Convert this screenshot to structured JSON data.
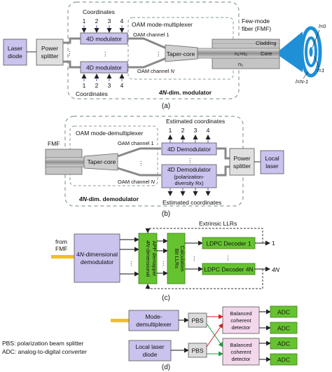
{
  "panel_a": {
    "laser_diode": [
      "Laser",
      "diode"
    ],
    "power_splitter": [
      "Power",
      "splitter"
    ],
    "coordinates_top": "Coordinates",
    "coord_numbers": [
      "1",
      "2",
      "3",
      "4"
    ],
    "modulator_4d": "4D modulator",
    "coordinates_bottom": "Coordinates",
    "mux_title": "OAM mode-multiplexer",
    "oam_channel_1": "OAM channel 1",
    "oam_channel_n_prefix": "OAM channel ",
    "oam_channel_n_var": "N",
    "taper_core": "Taper-core",
    "fmf_label": [
      "Few-mode",
      "fiber (FMF)"
    ],
    "cladding": "Cladding",
    "core": "Core",
    "n1_gt_n2": "n₁>n₂",
    "n2": "n₂",
    "block_title_var": "4N",
    "block_title_rest": "-dim. modulator",
    "l0": "l=0",
    "l1": "l=1",
    "lN1": "l=N-1",
    "caption": "(a)"
  },
  "panel_b": {
    "fmf": "FMF",
    "demux_title": "OAM mode-demultiplexer",
    "estimated_top": "Estimated coordinates",
    "coord_numbers": [
      "1",
      "2",
      "3",
      "4"
    ],
    "taper_core": "Taper-core",
    "oam_channel_1": "OAM channel 1",
    "oam_channel_n_prefix": "OAM channel ",
    "oam_channel_n_var": "N",
    "demod_4d": "4D Demodulator",
    "demod_4d_pol": [
      "4D Demodulator",
      "(polarization-",
      "diversity Rx)"
    ],
    "power_splitter": [
      "Power",
      "splitter"
    ],
    "local_laser": [
      "Local",
      "laser"
    ],
    "block_title_var": "4N",
    "block_title_rest": "-dim. demodulator",
    "estimated_bottom": "Estimated coordinates",
    "caption": "(b)"
  },
  "panel_c": {
    "from_fmf": [
      "from",
      "FMF"
    ],
    "demod_prefix": "4",
    "demod_var": "N",
    "demod_rest": "-dimensional",
    "demod_line2": "demodulator",
    "app_demapper_var": "4N",
    "app_demapper_rest": "-dimensional",
    "app_demapper_line2": "APP demapper",
    "bit_llrs": [
      "Bit LLRs",
      "Calculation"
    ],
    "extrinsic": "Extrinsic LLRs",
    "ldpc_1": "LDPC Decoder 1",
    "ldpc_n": "LDPC Decoder 4N",
    "out_1": "1",
    "out_n": "4N",
    "caption": "(c)"
  },
  "panel_d": {
    "mode_demux": [
      "Mode-",
      "demultiplexer"
    ],
    "pbs": "PBS",
    "balanced": [
      "Balanced",
      "coherent",
      "detector"
    ],
    "adc": "ADC",
    "local_laser_diode": [
      "Local laser",
      "diode"
    ],
    "legend_pbs": "PBS: polarization beam splitter",
    "legend_adc": "ADC: analog-to-digital converter",
    "caption": "(d)"
  },
  "colors": {
    "lavender": "#c9c3ee",
    "green": "#66c330",
    "grey_box": "#dcdcdc",
    "pink_box": "#f2d8ea",
    "fiber_grey": "#9a9a9a",
    "cladding": "#bdbdbd",
    "beam_blue": "#1f8fd6",
    "yellow": "#f0c020",
    "dash_grey": "#8a9a9a"
  }
}
